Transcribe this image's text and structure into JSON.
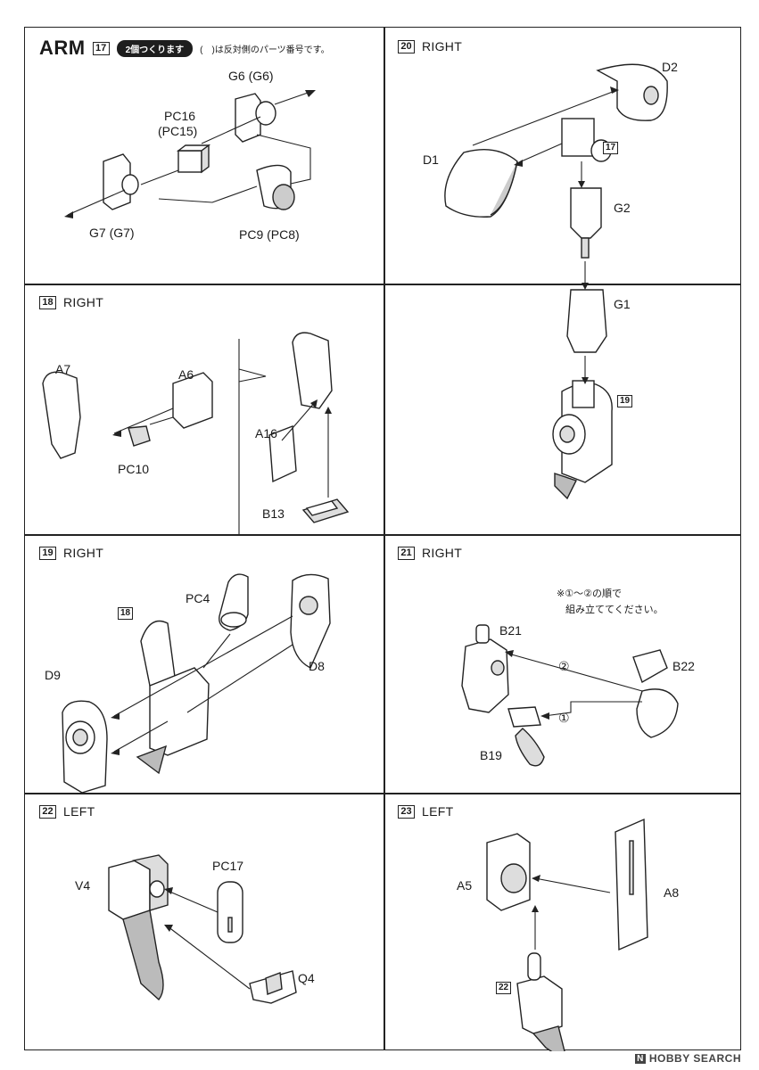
{
  "header": {
    "title": "ARM",
    "step": "17",
    "badge": "2個つくります",
    "note": "(　)は反対側のパーツ番号です。"
  },
  "step17": {
    "parts": [
      "G6 (G6)",
      "PC16",
      "(PC15)",
      "G7 (G7)",
      "PC9 (PC8)"
    ]
  },
  "step18": {
    "step": "18",
    "side": "RIGHT",
    "parts": [
      "A6",
      "A7",
      "PC10",
      "A16",
      "B13"
    ]
  },
  "step19": {
    "step": "19",
    "side": "RIGHT",
    "parts": [
      "PC4",
      "D9",
      "D8"
    ],
    "ref": "18"
  },
  "step20": {
    "step": "20",
    "side": "RIGHT",
    "parts": [
      "D2",
      "D1",
      "G2",
      "G1"
    ],
    "refs": [
      "17",
      "19"
    ]
  },
  "step21": {
    "step": "21",
    "side": "RIGHT",
    "instruction_line1": "※①〜②の順で",
    "instruction_line2": "組み立ててください。",
    "parts": [
      "B21",
      "B22",
      "B19"
    ],
    "order": [
      "②",
      "①"
    ]
  },
  "step22": {
    "step": "22",
    "side": "LEFT",
    "parts": [
      "V4",
      "PC17",
      "Q4"
    ]
  },
  "step23": {
    "step": "23",
    "side": "LEFT",
    "parts": [
      "A5",
      "A8"
    ],
    "ref": "22"
  },
  "footer": {
    "brand_mark": "N",
    "credit": "HOBBY SEARCH"
  }
}
